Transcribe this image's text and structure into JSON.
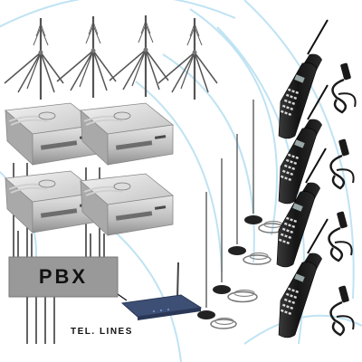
{
  "diagram": {
    "pbx_label": "PBX",
    "lines_label": "TEL. LINES",
    "colors": {
      "wave": "#bfe3f3",
      "pbx_box": "#999999",
      "unit_body": "#c9c9c9",
      "handset": "#1a1a1a",
      "line": "#111111"
    },
    "components": {
      "rooftop_antennas": 4,
      "gateway_units": 4,
      "magnetic_antennas": 4,
      "handheld_radios": 4,
      "car_chargers": 4,
      "router": 1
    }
  }
}
